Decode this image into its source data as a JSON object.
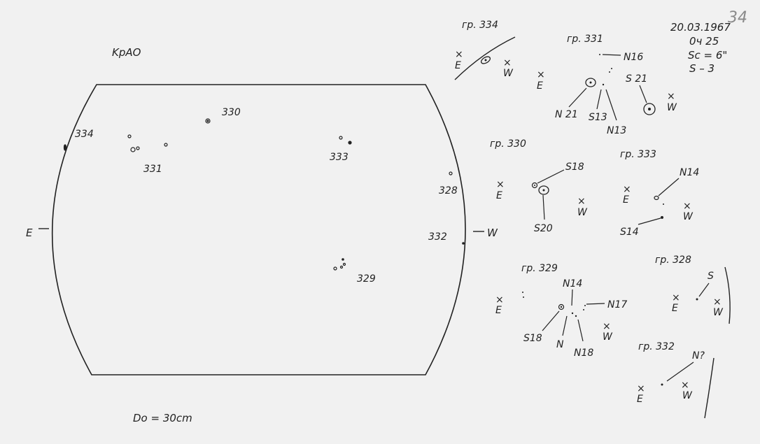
{
  "page_number": "34",
  "observatory": "KpAO",
  "date": "20.03.1967",
  "time": "0ч 25",
  "seeing": "Sc = 6\"",
  "scale": "S – 3",
  "disk_diameter": "Do = 30cm",
  "disk": {
    "east": "E",
    "west": "W",
    "groups": [
      {
        "id": "334",
        "label": "334"
      },
      {
        "id": "330",
        "label": "330"
      },
      {
        "id": "331",
        "label": "331"
      },
      {
        "id": "333",
        "label": "333"
      },
      {
        "id": "328",
        "label": "328"
      },
      {
        "id": "332",
        "label": "332"
      },
      {
        "id": "329",
        "label": "329"
      }
    ]
  },
  "details": {
    "g334": {
      "title": "гр. 334",
      "east": "E",
      "west": "W"
    },
    "g331": {
      "title": "гр. 331",
      "east": "E",
      "west": "W",
      "labels": [
        "N16",
        "S 21",
        "N 21",
        "S13",
        "N13"
      ]
    },
    "g330": {
      "title": "гр. 330",
      "east": "E",
      "west": "W",
      "labels": [
        "S18",
        "S20"
      ]
    },
    "g333": {
      "title": "гр. 333",
      "east": "E",
      "west": "W",
      "labels": [
        "N14",
        "S14"
      ]
    },
    "g329": {
      "title": "гр. 329",
      "east": "E",
      "west": "W",
      "labels": [
        "N14",
        "N17",
        "S18",
        "N",
        "N18"
      ]
    },
    "g328": {
      "title": "гр. 328",
      "east": "E",
      "west": "W",
      "labels": [
        "S"
      ]
    },
    "g332": {
      "title": "гр. 332",
      "east": "E",
      "west": "W",
      "labels": [
        "N?"
      ]
    }
  }
}
